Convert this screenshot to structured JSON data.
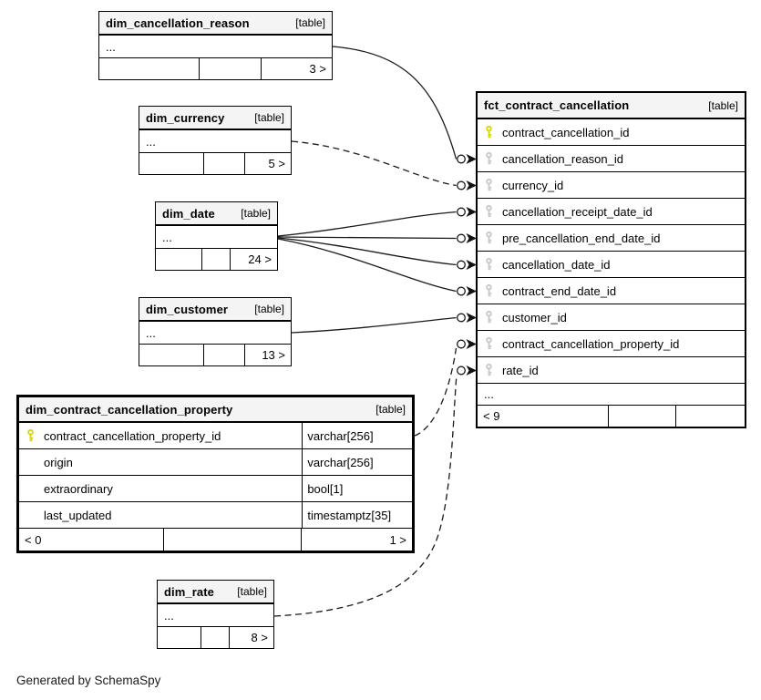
{
  "diagram": {
    "footer_note": "Generated by SchemaSpy",
    "type_label": "[table]",
    "colors": {
      "primary_key": "#d9d900",
      "primary_key_dark": "#b8b800",
      "foreign_key": "#c9c9c9",
      "header_bg": "#f4f4f4",
      "line": "#1a1a1a"
    },
    "tables": [
      {
        "id": "dim_cancellation_reason",
        "name": "dim_cancellation_reason",
        "summary": "...",
        "footer": [
          "",
          "",
          "3 >"
        ]
      },
      {
        "id": "dim_currency",
        "name": "dim_currency",
        "summary": "...",
        "footer": [
          "",
          "",
          "5 >"
        ]
      },
      {
        "id": "dim_date",
        "name": "dim_date",
        "summary": "...",
        "footer": [
          "",
          "",
          "24 >"
        ]
      },
      {
        "id": "dim_customer",
        "name": "dim_customer",
        "summary": "...",
        "footer": [
          "",
          "",
          "13 >"
        ]
      },
      {
        "id": "dim_contract_cancellation_property",
        "name": "dim_contract_cancellation_property",
        "columns": [
          {
            "name": "contract_cancellation_property_id",
            "type": "varchar[256]",
            "key": "pk"
          },
          {
            "name": "origin",
            "type": "varchar[256]",
            "key": ""
          },
          {
            "name": "extraordinary",
            "type": "bool[1]",
            "key": ""
          },
          {
            "name": "last_updated",
            "type": "timestamptz[35]",
            "key": ""
          }
        ],
        "footer": [
          "< 0",
          "",
          "1 >"
        ]
      },
      {
        "id": "dim_rate",
        "name": "dim_rate",
        "summary": "...",
        "footer": [
          "",
          "",
          "8 >"
        ]
      },
      {
        "id": "fct_contract_cancellation",
        "name": "fct_contract_cancellation",
        "columns": [
          {
            "name": "contract_cancellation_id",
            "key": "pk"
          },
          {
            "name": "cancellation_reason_id",
            "key": "fk"
          },
          {
            "name": "currency_id",
            "key": "fk"
          },
          {
            "name": "cancellation_receipt_date_id",
            "key": "fk"
          },
          {
            "name": "pre_cancellation_end_date_id",
            "key": "fk"
          },
          {
            "name": "cancellation_date_id",
            "key": "fk"
          },
          {
            "name": "contract_end_date_id",
            "key": "fk"
          },
          {
            "name": "customer_id",
            "key": "fk"
          },
          {
            "name": "contract_cancellation_property_id",
            "key": "fk"
          },
          {
            "name": "rate_id",
            "key": "fk"
          }
        ],
        "summary": "...",
        "footer": [
          "< 9",
          "",
          ""
        ]
      }
    ],
    "relationships": [
      {
        "from": "dim_cancellation_reason",
        "to_table": "fct_contract_cancellation",
        "to_column": "cancellation_reason_id",
        "style": "solid"
      },
      {
        "from": "dim_currency",
        "to_table": "fct_contract_cancellation",
        "to_column": "currency_id",
        "style": "dashed"
      },
      {
        "from": "dim_date",
        "to_table": "fct_contract_cancellation",
        "to_column": "cancellation_receipt_date_id",
        "style": "solid"
      },
      {
        "from": "dim_date",
        "to_table": "fct_contract_cancellation",
        "to_column": "pre_cancellation_end_date_id",
        "style": "solid"
      },
      {
        "from": "dim_date",
        "to_table": "fct_contract_cancellation",
        "to_column": "cancellation_date_id",
        "style": "solid"
      },
      {
        "from": "dim_date",
        "to_table": "fct_contract_cancellation",
        "to_column": "contract_end_date_id",
        "style": "solid"
      },
      {
        "from": "dim_customer",
        "to_table": "fct_contract_cancellation",
        "to_column": "customer_id",
        "style": "solid"
      },
      {
        "from": "dim_contract_cancellation_property",
        "to_table": "fct_contract_cancellation",
        "to_column": "contract_cancellation_property_id",
        "style": "dashed"
      },
      {
        "from": "dim_rate",
        "to_table": "fct_contract_cancellation",
        "to_column": "rate_id",
        "style": "dashed"
      }
    ]
  }
}
